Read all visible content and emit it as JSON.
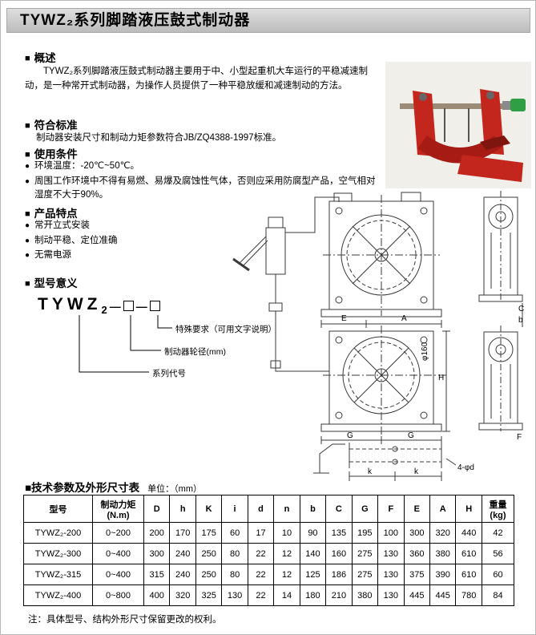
{
  "page": {
    "title": "TYWZ₂系列脚踏液压鼓式制动器"
  },
  "glyphs": {
    "square": "■",
    "dot": "●",
    "dash": "—"
  },
  "overview": {
    "heading": "概述",
    "body": "TYWZ₂系列脚踏液压鼓式制动器主要用于中、小型起重机大车运行的平稳减速制动，是一种常开式制动器，为操作人员提供了一种平稳放缓和减速制动的方法。"
  },
  "standards": {
    "heading": "符合标准",
    "body": "制动器安装尺寸和制动力矩参数符合JB/ZQ4388-1997标准。"
  },
  "conditions": {
    "heading": "使用条件",
    "items": [
      "环境温度：-20℃~50℃。",
      "周围工作环境中不得有易燃、易爆及腐蚀性气体，否则应采用防腐型产品，空气相对湿度不大于90%。"
    ]
  },
  "features": {
    "heading": "产品特点",
    "items": [
      "常开立式安装",
      "制动平稳、定位准确",
      "无需电源"
    ]
  },
  "model": {
    "heading": "型号意义",
    "code": "TYWZ",
    "sub": "2",
    "labels": [
      "特殊要求（可用文字说明）",
      "制动器轮径(mm)",
      "系列代号"
    ]
  },
  "drawing": {
    "labels": {
      "E": "E",
      "A": "A",
      "C": "C",
      "b": "b",
      "H": "H",
      "G1": "G",
      "G2": "G",
      "F": "F",
      "k1": "k",
      "k2": "k",
      "holes": "4-φd",
      "phi": "φ160"
    }
  },
  "table_section": {
    "heading": "技术参数及外形尺寸表",
    "unit": "单位：（mm）",
    "headers": [
      "型号",
      "制动力矩(N.m)",
      "D",
      "h",
      "K",
      "i",
      "d",
      "n",
      "b",
      "C",
      "G",
      "F",
      "E",
      "A",
      "H",
      "重量(kg)"
    ],
    "rows": [
      [
        "TYWZ₂-200",
        "0~200",
        "200",
        "170",
        "175",
        "60",
        "17",
        "10",
        "90",
        "135",
        "195",
        "100",
        "300",
        "320",
        "440",
        "42"
      ],
      [
        "TYWZ₂-300",
        "0~400",
        "300",
        "240",
        "250",
        "80",
        "22",
        "12",
        "140",
        "160",
        "275",
        "130",
        "360",
        "380",
        "610",
        "56"
      ],
      [
        "TYWZ₂-315",
        "0~400",
        "315",
        "240",
        "250",
        "80",
        "22",
        "12",
        "125",
        "186",
        "275",
        "130",
        "375",
        "390",
        "610",
        "60"
      ],
      [
        "TYWZ₂-400",
        "0~800",
        "400",
        "320",
        "325",
        "130",
        "22",
        "14",
        "180",
        "210",
        "380",
        "130",
        "445",
        "445",
        "780",
        "84"
      ]
    ],
    "note": "注：具体型号、结构外形尺寸保留更改的权利。"
  }
}
